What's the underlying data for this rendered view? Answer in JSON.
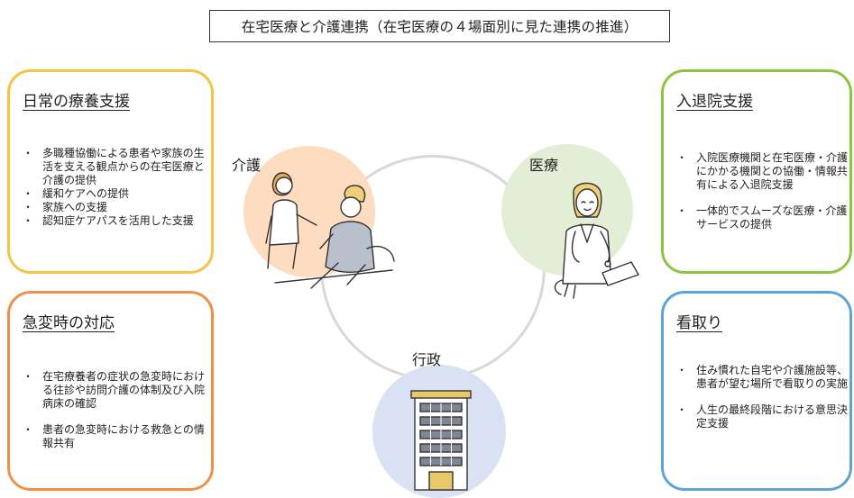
{
  "title": "在宅医療と介護連携（在宅医療の４場面別に見た連携の推進）",
  "nodes": {
    "kaigo": "介護",
    "iryo": "医療",
    "gyosei": "行政"
  },
  "cards": {
    "nichijo": {
      "heading": "日常の療養支援",
      "items": [
        "多職種協働による患者や家族の生活を支える観点からの在宅医療と介護の提供",
        "緩和ケアへの提供",
        "家族への支援",
        "認知症ケアパスを活用した支援"
      ]
    },
    "kyuhen": {
      "heading": "急変時の対応",
      "items": [
        "在宅療養者の症状の急変時における往診や訪問介護の体制及び入院病床の確認",
        "患者の急変時における救急との情報共有"
      ]
    },
    "nyutai": {
      "heading": "入退院支援",
      "items": [
        "入院医療機関と在宅医療・介護にかかる機関との協働・情報共有による入退院支援",
        "一体的でスムーズな医療・介護サービスの提供"
      ]
    },
    "mitori": {
      "heading": "看取り",
      "items": [
        "住み慣れた自宅や介護施設等、患者が望む場所で看取りの実施",
        "人生の最終段階における意思決定支援"
      ]
    }
  },
  "colors": {
    "nichijo_border": "#f6c344",
    "kyuhen_border": "#ef8f4a",
    "nyutai_border": "#8cc63f",
    "mitori_border": "#5ba3d9",
    "kaigo_blob": "#fddcc0",
    "iryo_blob": "#e2efd6",
    "gyosei_blob": "#d8e2f3",
    "ring": "#d9d9d9"
  }
}
